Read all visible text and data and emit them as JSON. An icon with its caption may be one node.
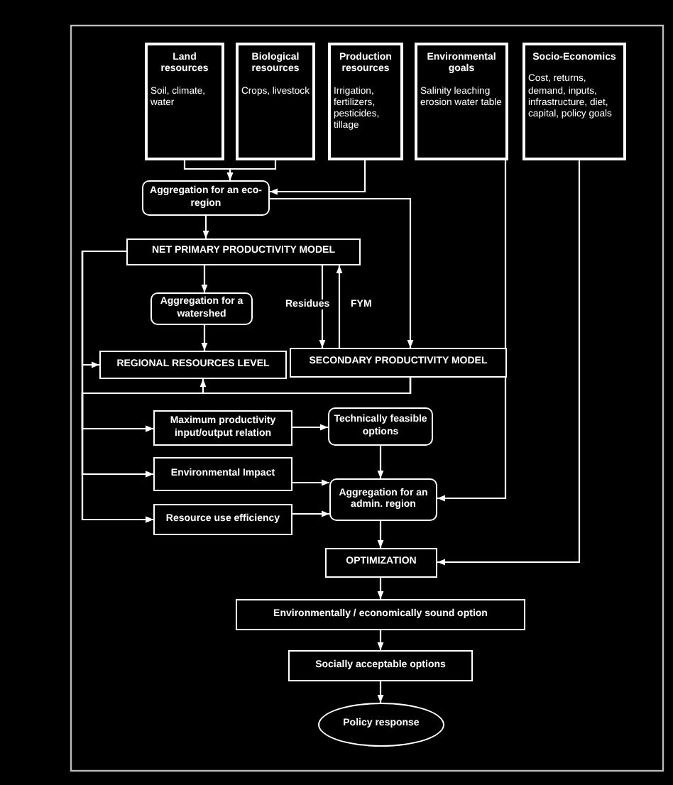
{
  "diagram": {
    "nodes": [
      {
        "text": [
          "Land resources",
          "Soil, climate, water"
        ]
      },
      {
        "text": [
          "Biological resources",
          "Crops, livestock"
        ]
      },
      {
        "text": [
          "Production resources",
          "Irrigation, fertilizers, pesticides, tillage"
        ]
      },
      {
        "text": [
          "Environmental goals",
          "Salinity leaching erosion water table"
        ]
      },
      {
        "text": [
          "Socio-Economics",
          "Cost, returns, demand, inputs, infrastructure, diet, capital, policy goals"
        ]
      },
      {
        "text": [
          "Aggregation for an eco-region"
        ]
      },
      {
        "text": [
          "NET PRIMARY PRODUCTIVITY MODEL"
        ]
      },
      {
        "text": [
          "Aggregation for a watershed"
        ]
      },
      {
        "text": [
          "REGIONAL RESOURCES LEVEL"
        ]
      },
      {
        "text": [
          "SECONDARY PRODUCTIVITY MODEL"
        ]
      },
      {
        "text": [
          "Maximum productivity input/output relation"
        ]
      },
      {
        "text": [
          "Technically feasible options"
        ]
      },
      {
        "text": [
          "Environmental Impact"
        ]
      },
      {
        "text": [
          "Resource use efficiency"
        ]
      },
      {
        "text": [
          "Aggregation for an admin. region"
        ]
      },
      {
        "text": [
          "OPTIMIZATION"
        ]
      },
      {
        "text": [
          "Environmentally / economically sound option"
        ]
      },
      {
        "text": [
          "Socially acceptable options"
        ]
      },
      {
        "text": [
          "Policy response"
        ]
      }
    ],
    "edges": [
      {
        "from": 0,
        "to": 5,
        "arrow": "to"
      },
      {
        "from": 1,
        "to": 5,
        "arrow": "to"
      },
      {
        "from": 2,
        "to": 5,
        "arrow": "to"
      },
      {
        "from": 3,
        "to": 14,
        "arrow": "to"
      },
      {
        "from": 4,
        "to": 15,
        "arrow": "to"
      },
      {
        "from": 5,
        "to": 6,
        "arrow": "to"
      },
      {
        "from": 5,
        "to": 9,
        "arrow": "to"
      },
      {
        "from": 6,
        "to": 7,
        "arrow": "to"
      },
      {
        "from": 7,
        "to": 8,
        "arrow": "to"
      },
      {
        "from": 6,
        "to": 9,
        "arrow": "to",
        "label": "Residues"
      },
      {
        "from": 9,
        "to": 6,
        "arrow": "to",
        "label": "FYM"
      },
      {
        "from": 6,
        "to": 8,
        "arrow": "to"
      },
      {
        "from": 9,
        "to": 8,
        "arrow": "to"
      },
      {
        "from": 6,
        "to": 10,
        "arrow": "to"
      },
      {
        "from": 6,
        "to": 12,
        "arrow": "to"
      },
      {
        "from": 6,
        "to": 13,
        "arrow": "to"
      },
      {
        "from": 9,
        "to": 10,
        "arrow": "to"
      },
      {
        "from": 9,
        "to": 12,
        "arrow": "to"
      },
      {
        "from": 9,
        "to": 13,
        "arrow": "to"
      },
      {
        "from": 10,
        "to": 11,
        "arrow": "to"
      },
      {
        "from": 11,
        "to": 14,
        "arrow": "to"
      },
      {
        "from": 12,
        "to": 14,
        "arrow": "to"
      },
      {
        "from": 13,
        "to": 14,
        "arrow": "to"
      },
      {
        "from": 14,
        "to": 15,
        "arrow": "to"
      },
      {
        "from": 15,
        "to": 16,
        "arrow": "to"
      },
      {
        "from": 16,
        "to": 17,
        "arrow": "to"
      },
      {
        "from": 17,
        "to": 18,
        "arrow": "to"
      }
    ]
  }
}
